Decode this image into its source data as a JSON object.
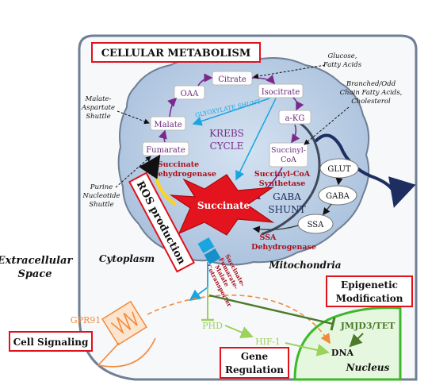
{
  "title": "CELLULAR METABOLISM",
  "compartments": {
    "extracellular": "Extracellular",
    "extracellular2": "Space",
    "cytoplasm": "Cytoplasm",
    "mitochondria": "Mitochondria",
    "nucleus": "Nucleus"
  },
  "krebs": {
    "citrate": "Citrate",
    "oaa": "OAA",
    "isocitrate": "Isocitrate",
    "akg": "a-KG",
    "malate": "Malate",
    "fumarate": "Fumarate",
    "succinyl_coa_1": "Succinyl-",
    "succinyl_coa_2": "CoA",
    "cycle_1": "KREBS",
    "cycle_2": "CYCLE",
    "glyoxylate": "GLYOXYLATE SHUNT",
    "succinate": "Succinate"
  },
  "enzymes": {
    "sdh_1": "Succinate",
    "sdh_2": "Dehydrogenase",
    "scs_1": "Succinyl-CoA",
    "scs_2": "Synthetase",
    "ssa_dh_1": "SSA",
    "ssa_dh_2": "Dehydrogenase"
  },
  "gaba": {
    "glut": "GLUT",
    "gaba": "GABA",
    "ssa": "SSA",
    "shunt_1": "GABA",
    "shunt_2": "SHUNT"
  },
  "annotations": {
    "glucose_1": "Glucose,",
    "glucose_2": "Fatty Acids",
    "branched_1": "Branched/Odd",
    "branched_2": "Chain Fatty Acids,",
    "branched_3": "Cholesterol",
    "malate_asp_1": "Malate-",
    "malate_asp_2": "Aspartate",
    "malate_asp_3": "Shuttle",
    "purine_1": "Purine",
    "purine_2": "Nucleotide",
    "purine_3": "Shuttle"
  },
  "ros": "ROS production",
  "transporter": [
    "Succinate-",
    "Fumarate-",
    "Malate",
    "Cotransporter"
  ],
  "signaling": {
    "gpr91": "GPR91",
    "cell_signaling": "Cell Signaling"
  },
  "gene_reg": {
    "phd": "PHD",
    "hif1": "HIF-1",
    "dna": "DNA",
    "jmjd3": "JMJD3/TET",
    "box_1": "Gene",
    "box_2": "Regulation",
    "epi_1": "Epigenetic",
    "epi_2": "Modification"
  },
  "colors": {
    "cell_border": "#6f7f95",
    "mito_fill": "#bcd0e6",
    "red_box": "#e0121c",
    "purple": "#7b2a8c",
    "dark_red": "#a8101a",
    "orange": "#f08a3c",
    "green_light": "#9ad25b",
    "green_dark": "#4a7a2a",
    "nucleus_green": "#3db82a",
    "cyan": "#19a5e0",
    "navy": "#1c2f60"
  }
}
